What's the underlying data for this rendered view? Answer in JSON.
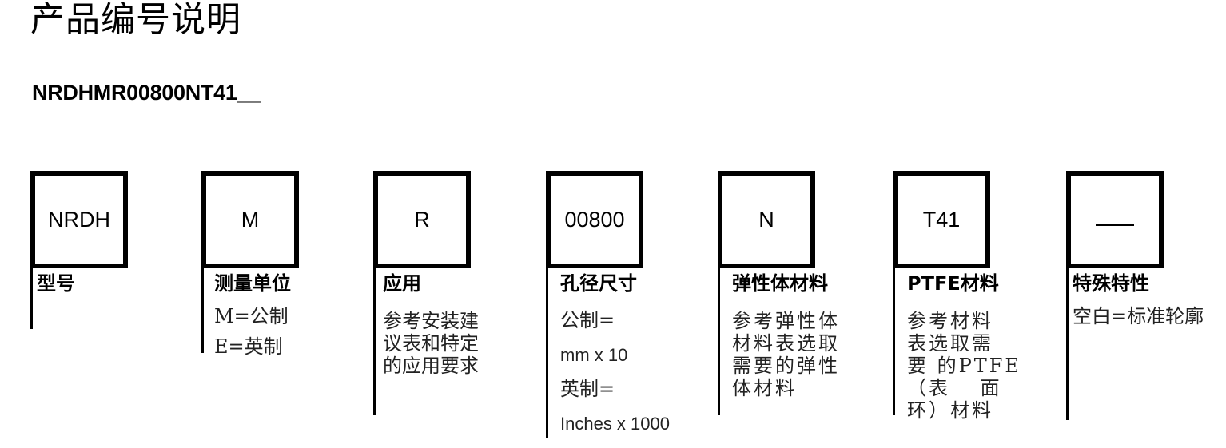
{
  "title": "产品编号说明",
  "part_number": "NRDHMR00800NT41__",
  "segments": [
    {
      "code": "NRDH",
      "label": "型号",
      "desc": []
    },
    {
      "code": "M",
      "label": "测量单位",
      "desc": [
        "M=公制",
        "E=英制"
      ]
    },
    {
      "code": "R",
      "label": "应用",
      "desc": [
        "参考安装建",
        "议表和特定",
        "的应用要求"
      ]
    },
    {
      "code": "00800",
      "label": "孔径尺寸",
      "desc": [
        "公制=",
        "mm x 10",
        "英制=",
        "Inches x 1000"
      ]
    },
    {
      "code": "N",
      "label": "弹性体材料",
      "desc": [
        "参考弹性体",
        "材料表选取",
        "需要的弹性",
        "体材料"
      ]
    },
    {
      "code": "T41",
      "label": "PTFE材料",
      "desc": [
        "参考材料",
        "表选取需",
        "要 的PTFE",
        "（表　 面",
        "环）材料"
      ]
    },
    {
      "code": "___",
      "label": "特殊特性",
      "desc": [
        "空白=标准轮廓"
      ]
    }
  ]
}
